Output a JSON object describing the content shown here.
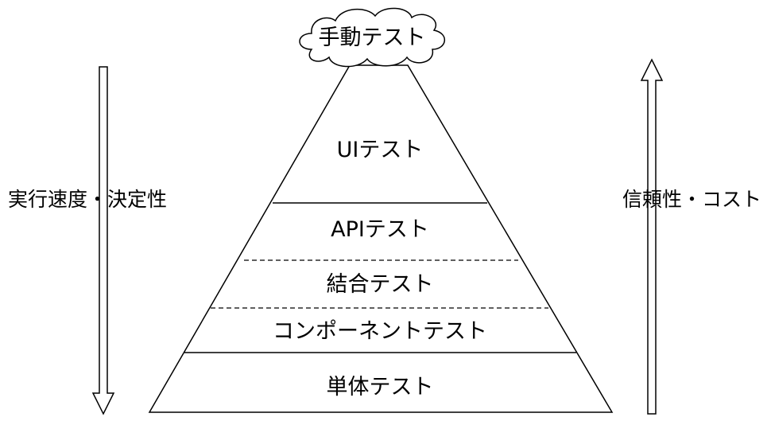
{
  "diagram": {
    "top": {
      "label": "手動テスト"
    },
    "layers": [
      {
        "label": "UIテスト"
      },
      {
        "label": "APIテスト"
      },
      {
        "label": "結合テスト"
      },
      {
        "label": "コンポーネントテスト"
      },
      {
        "label": "単体テスト"
      }
    ],
    "left_axis": {
      "label": "実行速度・決定性",
      "direction": "down"
    },
    "right_axis": {
      "label": "信頼性・コスト",
      "direction": "up"
    },
    "colors": {
      "line": "#000000",
      "fill": "#ffffff"
    }
  }
}
